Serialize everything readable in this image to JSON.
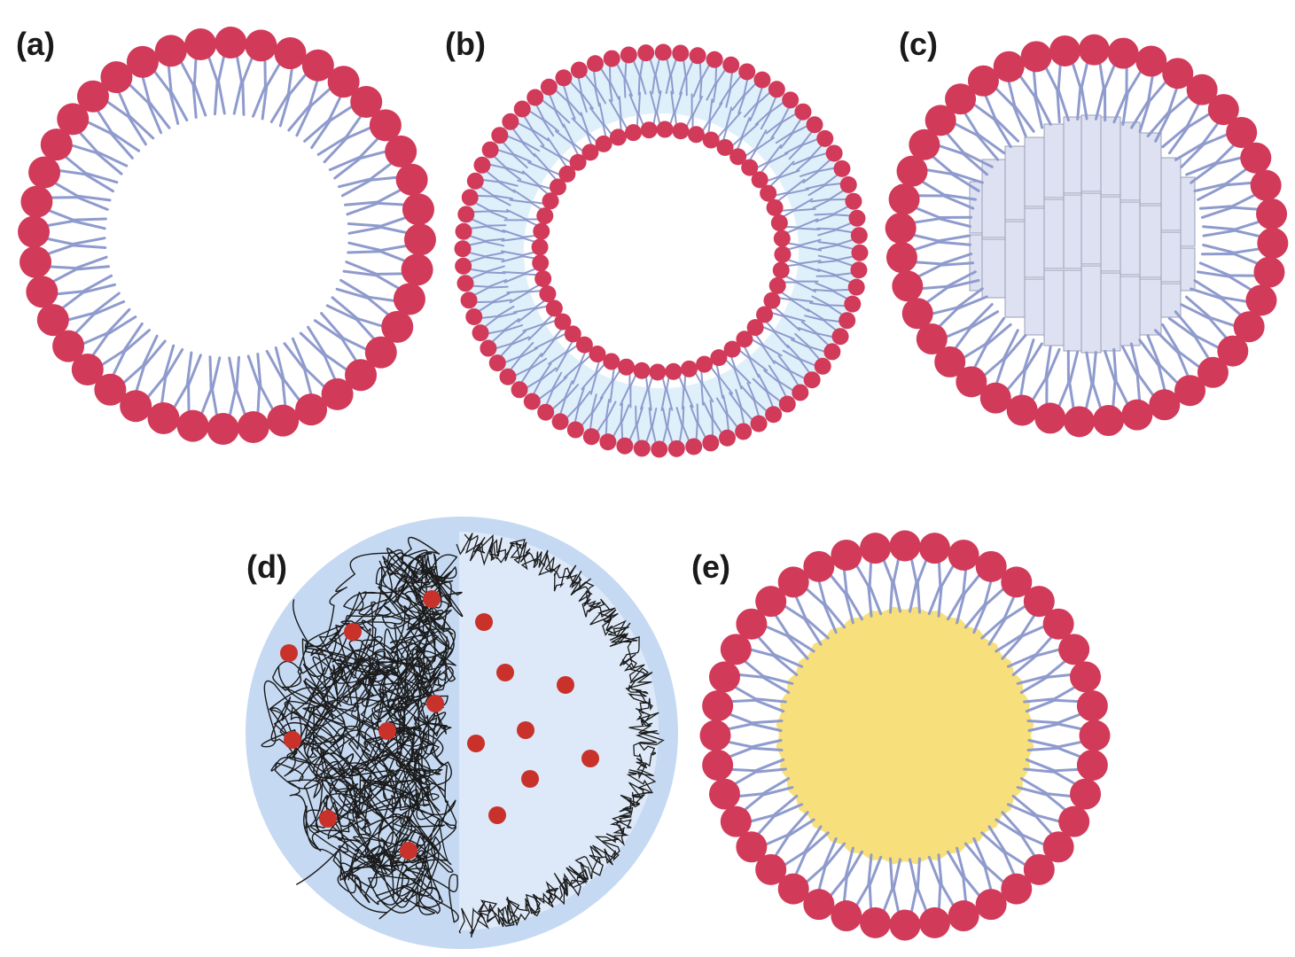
{
  "panels": [
    {
      "id": "a",
      "label": "(a)"
    },
    {
      "id": "b",
      "label": "(b)"
    },
    {
      "id": "c",
      "label": "(c)"
    },
    {
      "id": "d",
      "label": "(d)"
    },
    {
      "id": "e",
      "label": "(e)"
    }
  ],
  "colors": {
    "lipid_head": "#d23a5a",
    "lipid_tail": "#8f9bcd",
    "bilayer_fill": "#dff0fb",
    "crystal_fill": "#dde1f1",
    "crystal_stroke": "#9aa0b8",
    "polymer_outer": "#c5d9f3",
    "polymer_inner": "#dde9f8",
    "polymer_chain": "#1b1b1b",
    "drug_dot": "#c8322a",
    "lipid_core": "#f7e07b"
  }
}
